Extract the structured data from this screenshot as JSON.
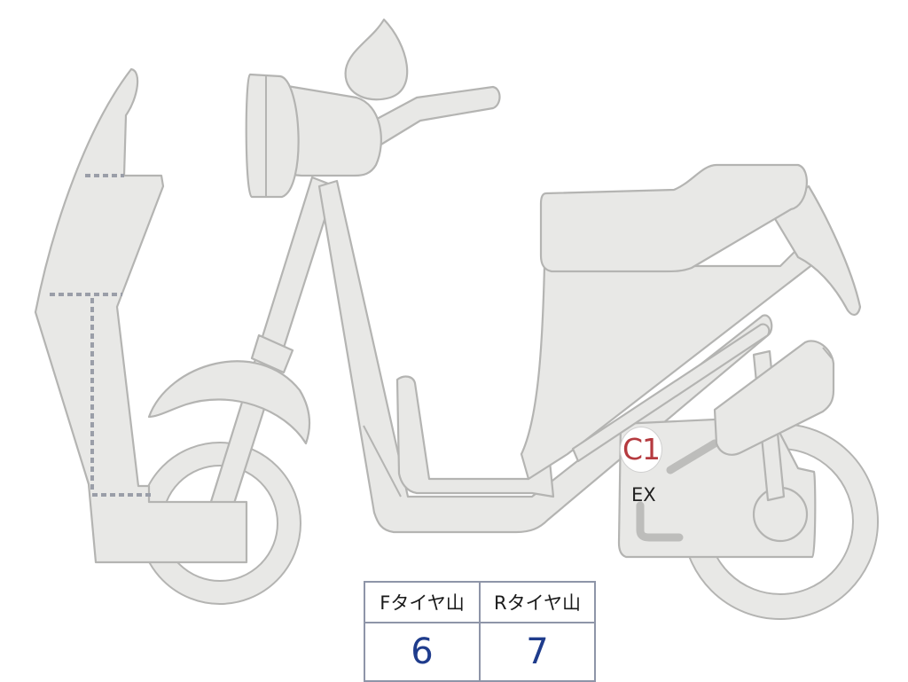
{
  "diagram": {
    "marker": {
      "code": "C1",
      "label": "EX"
    },
    "tire_table": {
      "headers": [
        "Fタイヤ山",
        "Rタイヤ山"
      ],
      "values": [
        "6",
        "7"
      ]
    }
  },
  "colors": {
    "body_fill": "#e8e8e6",
    "outline": "#b4b4b2",
    "dashed_seam": "#9a9ea8",
    "marker_text": "#b53a3f",
    "table_value": "#1f3c8c",
    "table_border": "#8e95a8"
  }
}
